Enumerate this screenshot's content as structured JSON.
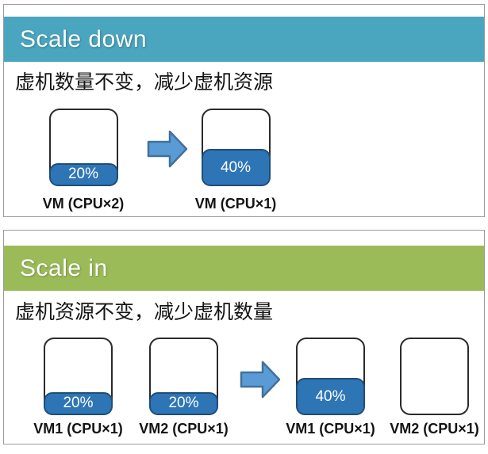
{
  "colors": {
    "scale_down_header_bg": "#4AA5BE",
    "scale_in_header_bg": "#9BBB59",
    "header_text": "#FFFFFF",
    "vm_fill_blue": "#2E75B6",
    "vm_fill_border": "#1F4E79",
    "arrow_fill": "#5B9BD5",
    "arrow_border": "#41719C",
    "box_border": "#2B2B2B",
    "label_text": "#141414"
  },
  "scale_down": {
    "title": "Scale down",
    "description": "虚机数量不变，减少虚机资源",
    "before_vms": [
      {
        "label": "VM (CPU×2)",
        "usage": "20%",
        "fill_style": "height:31%"
      }
    ],
    "after_vms": [
      {
        "label": "VM (CPU×1)",
        "usage": "40%",
        "fill_style": "height:50%"
      }
    ]
  },
  "scale_in": {
    "title": "Scale in",
    "description": "虚机资源不变，减少虚机数量",
    "before_vms": [
      {
        "label": "VM1 (CPU×1)",
        "usage": "20%",
        "fill_style": "height:31%"
      },
      {
        "label": "VM2 (CPU×1)",
        "usage": "20%",
        "fill_style": "height:31%"
      }
    ],
    "after_vms": [
      {
        "label": "VM1 (CPU×1)",
        "usage": "40%",
        "fill_style": "height:50%"
      },
      {
        "label": "VM2 (CPU×1)",
        "usage": "",
        "fill_style": "display:none"
      }
    ]
  }
}
